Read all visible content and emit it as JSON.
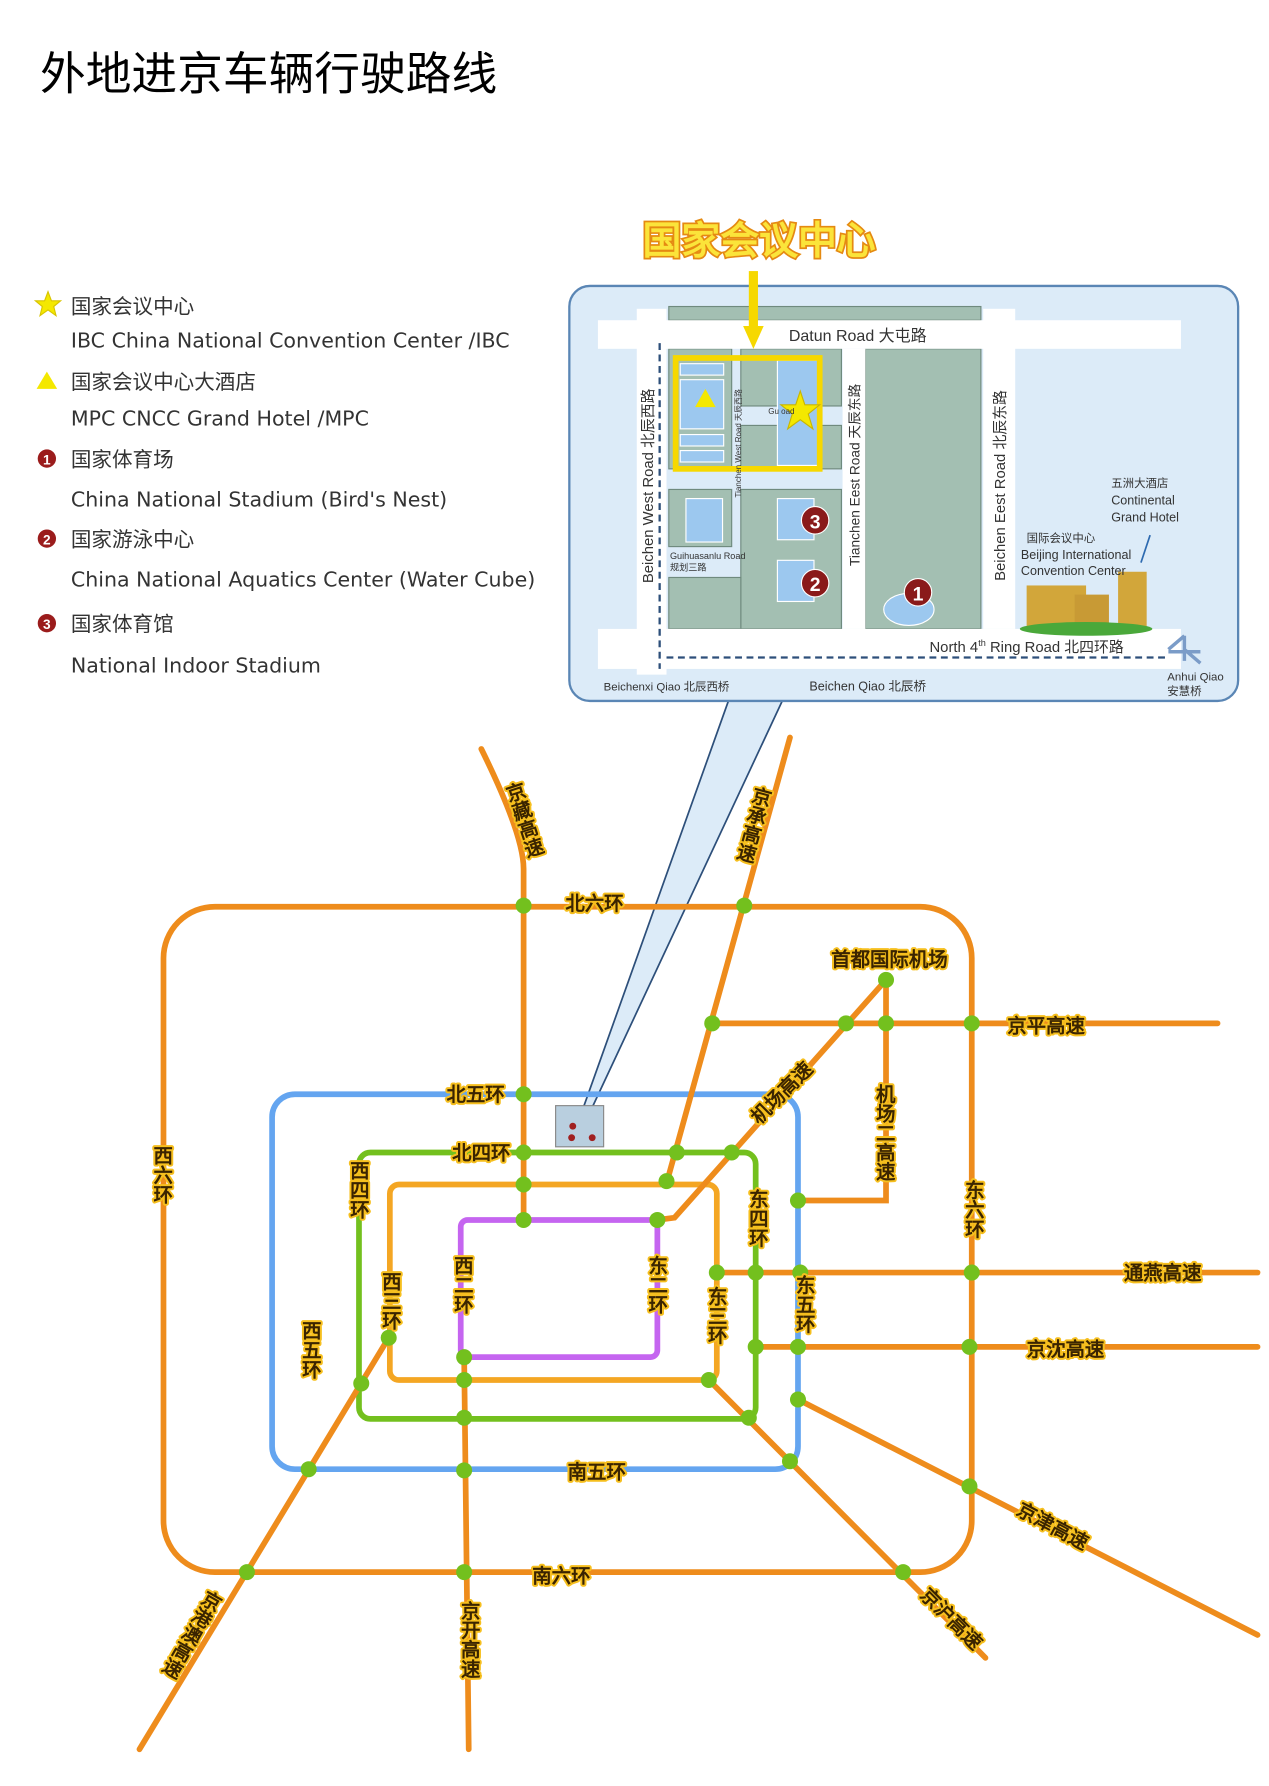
{
  "page_title": "外地进京车辆行驶路线",
  "legend": [
    {
      "icon": "star-icon",
      "color": "#f4e800",
      "zh": "国家会议中心",
      "en": "IBC  China National Convention Center /IBC"
    },
    {
      "icon": "triangle-icon",
      "color": "#f4e800",
      "zh": "国家会议中心大酒店",
      "en": "MPC   CNCC Grand Hotel /MPC"
    },
    {
      "icon": "marker-1-icon",
      "marker": "1",
      "color": "#9b1c1c",
      "zh": "国家体育场",
      "en": "China National Stadium (Bird's Nest)"
    },
    {
      "icon": "marker-2-icon",
      "marker": "2",
      "color": "#9b1c1c",
      "zh": "国家游泳中心",
      "en": "China National Aquatics Center (Water Cube)"
    },
    {
      "icon": "marker-3-icon",
      "marker": "3",
      "color": "#9b1c1c",
      "zh": "国家体育馆",
      "en": "National Indoor Stadium"
    }
  ],
  "inset": {
    "heading": "国家会议中心",
    "datun": "Datun Road  大屯路",
    "beichen_west": "Beichen West Road  北辰西路",
    "tianchen_west": "Tianchen West Road  天辰西路",
    "tianchen_east": "Tianchen Eest Road  天辰东路",
    "beichen_east": "Beichen Eest Road  北辰东路",
    "guihua_en": "Guihuasanlu Road",
    "guihua_zh": "规划三路",
    "guihua_small": "Gu      oad",
    "north4": "North 4",
    "north4_sup": "th",
    "north4_rest": " Ring Road  北四环路",
    "beichenxi": "Beichenxi Qiao  北辰西桥",
    "beichen_qiao": "Beichen Qiao  北辰桥",
    "anhui_en": "Anhui  Qiao",
    "anhui_zh": "安慧桥",
    "continental_zh": "五洲大酒店",
    "continental_en1": "Continental",
    "continental_en2": "Grand Hotel",
    "bicc_zh": "国际会议中心",
    "bicc_en1": "Beijing International",
    "bicc_en2": "Convention Center",
    "markers": [
      "1",
      "2",
      "3"
    ]
  },
  "roads": {
    "jingzang": "京藏高速",
    "jingcheng": "京承高速",
    "north6": "北六环",
    "airport": "首都国际机场",
    "jingping": "京平高速",
    "airport_exp": "机场高速",
    "airport2": "机场二高速",
    "north5": "北五环",
    "north4": "北四环",
    "west6": "西六环",
    "west4": "西四环",
    "east4": "东四环",
    "east6": "东六环",
    "west3": "西三环",
    "west2": "西二环",
    "east2": "东二环",
    "east3": "东三环",
    "east5": "东五环",
    "west5": "西五环",
    "tongyan": "通燕高速",
    "jingshen": "京沈高速",
    "south5": "南五环",
    "south6": "南六环",
    "jingjin": "京津高速",
    "jinghu": "京沪高速",
    "jinggangao": "京港澳高速",
    "jingkai": "京开高速"
  },
  "colors": {
    "ring6_and_expressways": "#ee8c1c",
    "ring5": "#64a5f0",
    "ring4": "#73c01e",
    "ring3": "#f4a623",
    "ring2": "#c565f0",
    "interchange": "#73c01e",
    "inset_bg": "#dcebf8",
    "highlight": "#f6d800",
    "marker": "#9b1c1c"
  }
}
